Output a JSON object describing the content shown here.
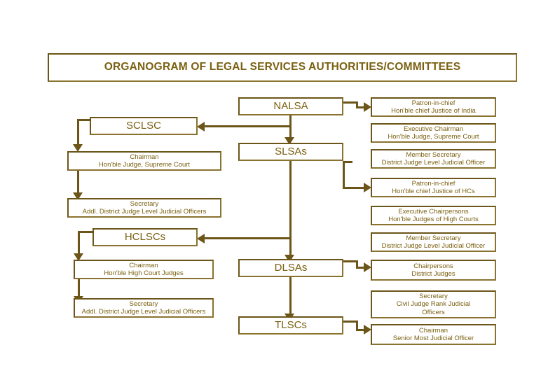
{
  "page": {
    "title": "ORGANOGRAM OF LEGAL SERVICES AUTHORITIES/COMMITTEES",
    "colors": {
      "border": "#6b5518",
      "border_highlight": "#8a7330",
      "text": "#7a6010",
      "background": "#ffffff"
    }
  },
  "nodes": {
    "nalsa": {
      "label": "NALSA"
    },
    "slsas": {
      "label": "SLSAs"
    },
    "dlsas": {
      "label": "DLSAs"
    },
    "tlscs": {
      "label": "TLSCs"
    },
    "sclsc": {
      "label": "SCLSC"
    },
    "hclscs": {
      "label": "HCLSCs"
    }
  },
  "nalsa_officers": [
    {
      "line1": "Patron-in-chief",
      "line2": "Hon'ble chief Justice of India"
    },
    {
      "line1": "Executive Chairman",
      "line2": "Hon'ble Judge, Supreme Court"
    },
    {
      "line1": "Member Secretary",
      "line2": "District Judge Level Judicial Officer"
    }
  ],
  "slsas_officers": [
    {
      "line1": "Patron-in-chief",
      "line2": "Hon'ble chief Justice of HCs"
    },
    {
      "line1": "Executive Chairpersons",
      "line2": "Hon'ble Judges of High Courts"
    },
    {
      "line1": "Member Secretary",
      "line2": "District Judge Level Judicial Officer"
    }
  ],
  "dlsas_officers": [
    {
      "line1": "Chairpersons",
      "line2": "District Judges"
    },
    {
      "line1": "Secretary",
      "line2": "Civil Judge Rank Judicial",
      "line3": "Officers"
    }
  ],
  "tlscs_officers": [
    {
      "line1": "Chairman",
      "line2": "Senior Most Judicial Officer"
    }
  ],
  "sclsc_officers": [
    {
      "line1": "Chairman",
      "line2": "Hon'ble Judge, Supreme Court"
    },
    {
      "line1": "Secretary",
      "line2": "Addl. District Judge Level Judicial Officers"
    }
  ],
  "hclscs_officers": [
    {
      "line1": "Chairman",
      "line2": "Hon'ble High Court Judges"
    },
    {
      "line1": "Secretary",
      "line2": "Addl. District Judge Level Judicial Officers"
    }
  ]
}
